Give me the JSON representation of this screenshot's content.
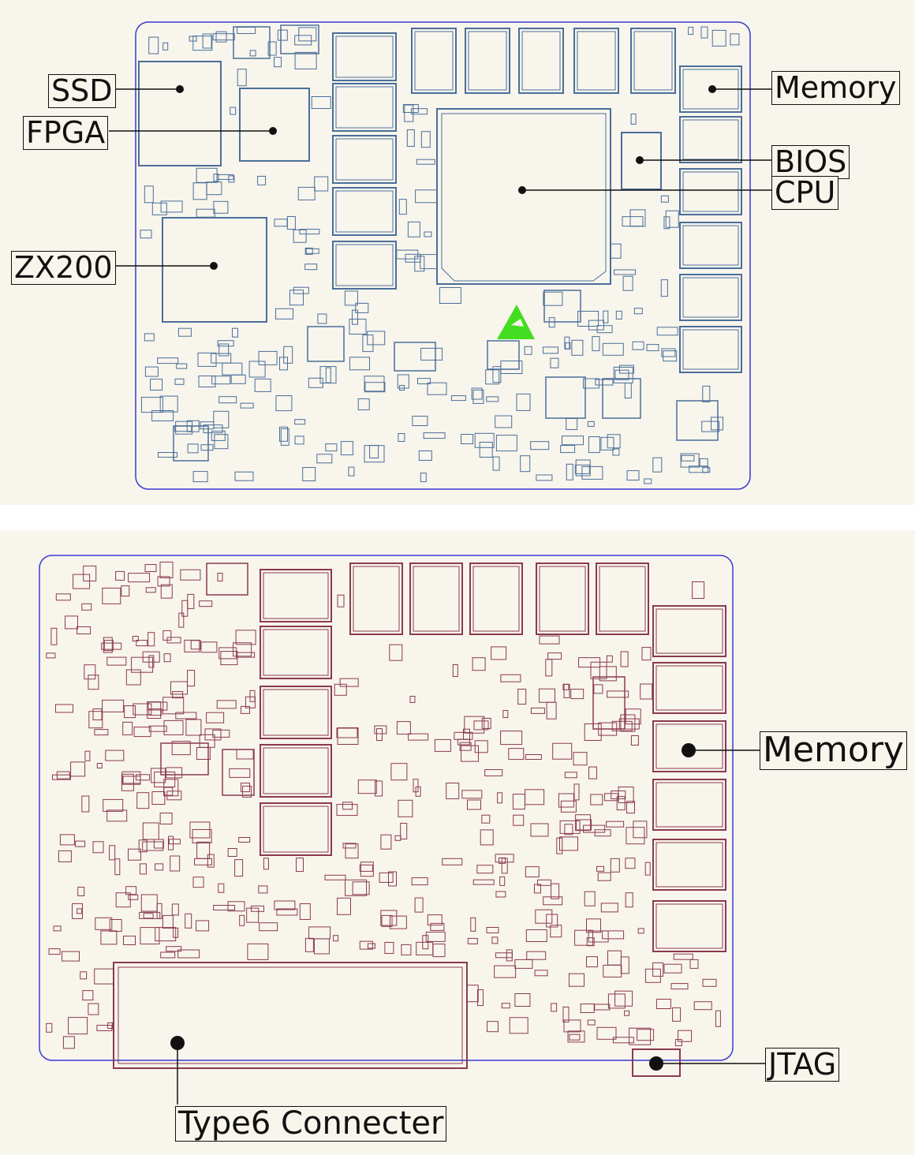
{
  "colors": {
    "background": "#f8f5ec",
    "top_board_outline": "#3a3ad0",
    "top_components": "#4a6e9a",
    "bottom_components": "#8a3a50",
    "marker": "#44dd22",
    "label_ink": "#111111"
  },
  "top_board": {
    "labels": {
      "ssd": "SSD",
      "fpga": "FPGA",
      "zx200": "ZX200",
      "memory": "Memory",
      "bios": "BIOS",
      "cpu": "CPU"
    }
  },
  "bottom_board": {
    "labels": {
      "memory": "Memory",
      "jtag": "JTAG",
      "type6": "Type6 Connecter"
    }
  }
}
